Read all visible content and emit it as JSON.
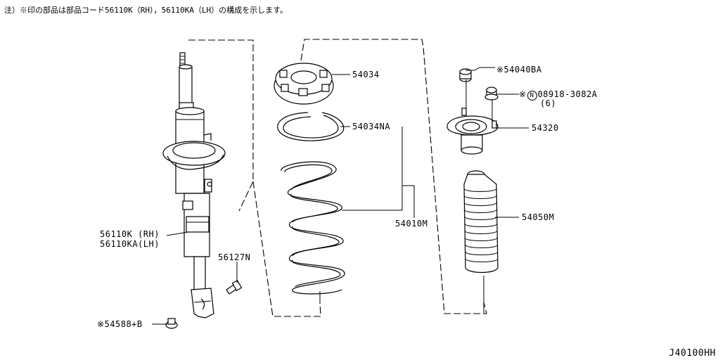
{
  "header_note": "注）※印の部品は部品コード56110K（RH），56110KA（LH）の構成を示します。",
  "diagram_code": "J40100HH",
  "parts": {
    "strut_rh": "56110K (RH)",
    "strut_lh": "56110KA(LH)",
    "bracket_bolt": "56127N",
    "flange_nut": "※54588+B",
    "bound_seat": "54034",
    "spring_seat_ring": "54034NA",
    "coil_spring": "54010M",
    "nut_top": "※54040BA",
    "nut_mount_prefix": "※",
    "nut_mount_circle": "N",
    "nut_mount_number": "08918-3082A",
    "nut_mount_qty": "(6)",
    "mounting_insulator": "54320",
    "dust_boot": "54050M"
  }
}
